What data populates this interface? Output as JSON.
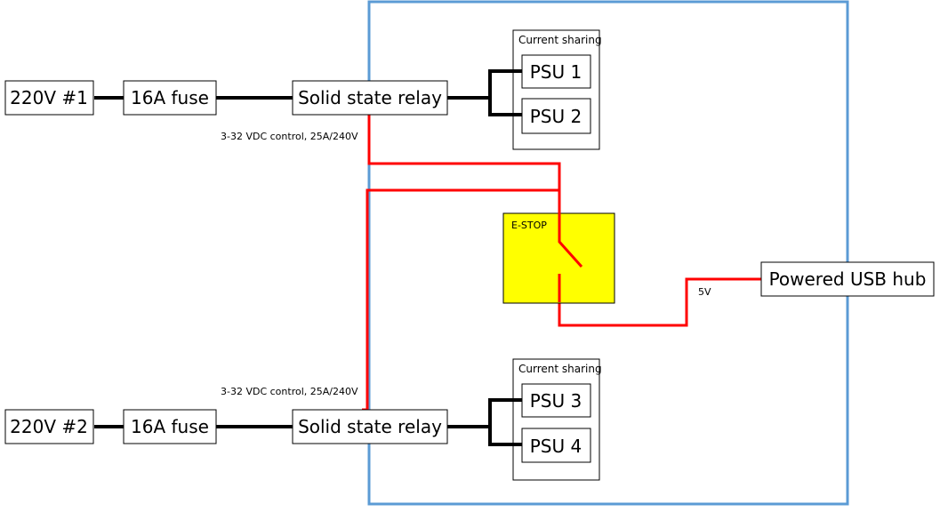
{
  "colors": {
    "enclosure": "#5b9bd5",
    "control_wire": "#ff0000",
    "power_wire": "#000000",
    "estop_fill": "#ffff00"
  },
  "top": {
    "source": "220V #1",
    "fuse": "16A fuse",
    "relay": "Solid state relay",
    "relay_note": "3-32 VDC control, 25A/240V",
    "group_title": "Current sharing",
    "psu_a": "PSU 1",
    "psu_b": "PSU 2"
  },
  "bottom": {
    "source": "220V #2",
    "fuse": "16A fuse",
    "relay": "Solid state relay",
    "relay_note": "3-32 VDC control, 25A/240V",
    "group_title": "Current sharing",
    "psu_a": "PSU 3",
    "psu_b": "PSU 4"
  },
  "estop": {
    "label": "E-STOP"
  },
  "usb_hub": {
    "label": "Powered USB hub",
    "voltage": "5V"
  }
}
